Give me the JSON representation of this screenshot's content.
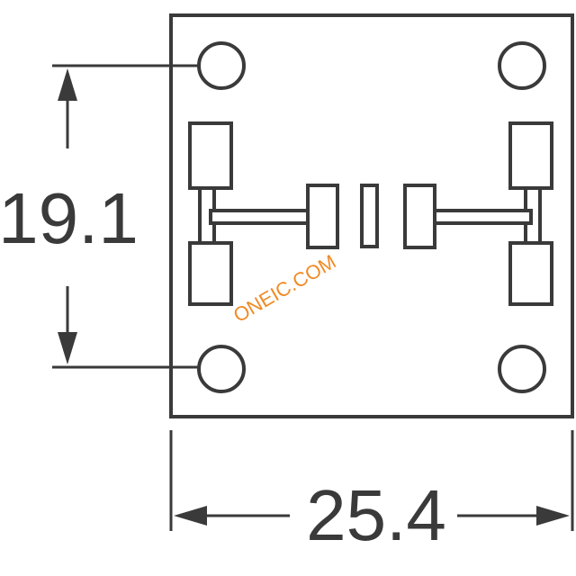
{
  "dimensions": {
    "height_value": "19.1",
    "width_value": "25.4"
  },
  "watermark": {
    "text": "ONEIC.COM",
    "color": "#f08a24"
  },
  "colors": {
    "line": "#3a3a3a",
    "background": "#ffffff"
  }
}
